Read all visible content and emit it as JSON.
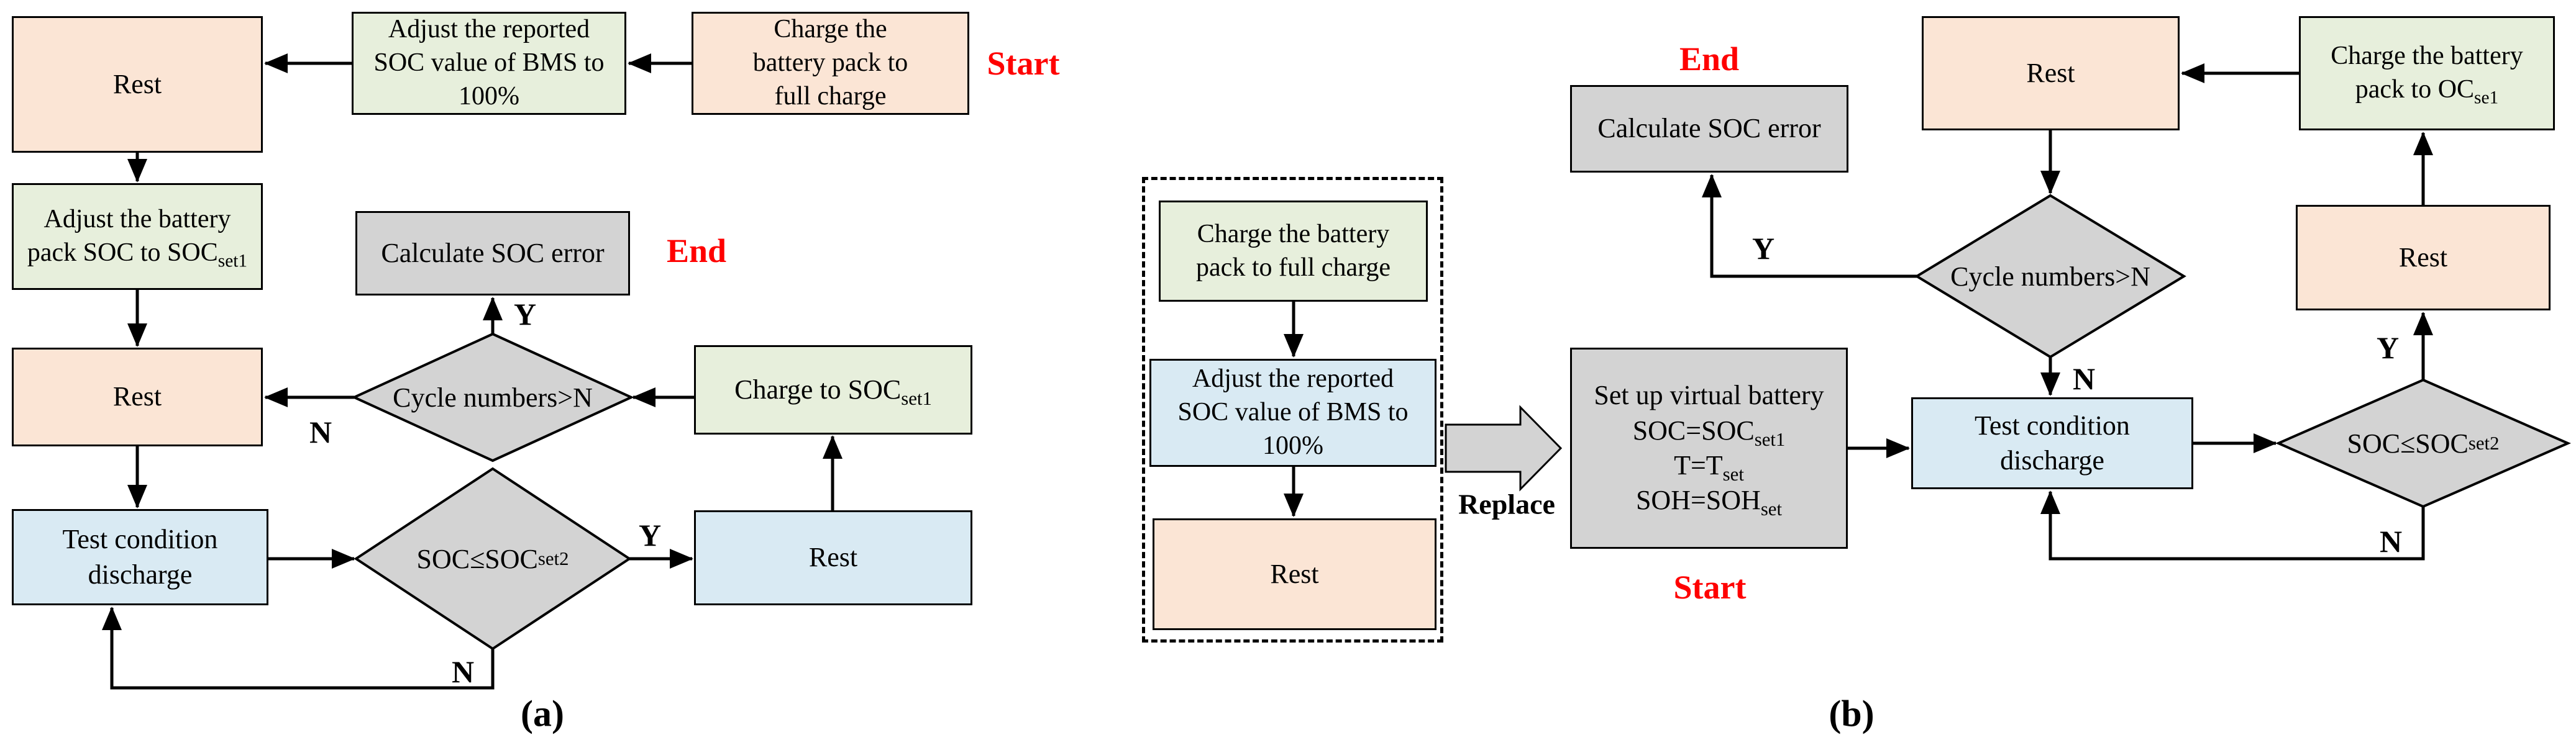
{
  "figure": {
    "caption_a": "(a)",
    "caption_b": "(b)"
  },
  "colors": {
    "box_peach": "#fbe5d5",
    "box_green": "#e7efdc",
    "box_blue": "#d9eaf3",
    "box_gray": "#d3d3d3",
    "accent_red": "#ff0000",
    "line_black": "#000000"
  },
  "labels": {
    "start": "Start",
    "end": "End",
    "replace": "Replace",
    "yes": "Y",
    "no": "N"
  },
  "flowchart_a": {
    "rest1": "Rest",
    "adjust_reported": [
      "Adjust the reported",
      "SOC value of BMS to",
      "100%"
    ],
    "charge_full": [
      "Charge the",
      "battery pack to",
      "full charge"
    ],
    "adjust_battery": {
      "line1": "Adjust the battery",
      "line2_base": "pack SOC to SOC",
      "line2_sub": "set1"
    },
    "calc_error": "Calculate SOC error",
    "rest2": "Rest",
    "cycle_diamond": "Cycle numbers>N",
    "charge_to": {
      "base": "Charge to SOC",
      "sub": "set1"
    },
    "test_discharge": [
      "Test condition",
      "discharge"
    ],
    "soc_diamond": {
      "base": "SOC≤SOC",
      "sub": "set2"
    },
    "rest3": "Rest"
  },
  "flowchart_b": {
    "dashed_charge_full": [
      "Charge the battery",
      "pack to full charge"
    ],
    "dashed_adjust_reported": [
      "Adjust the reported",
      "SOC value of BMS to",
      "100%"
    ],
    "dashed_rest": "Rest",
    "setup": {
      "line1": "Set up virtual battery",
      "line2_base": "SOC=SOC",
      "line2_sub": "set1",
      "line3_base": "T=T",
      "line3_sub": "set",
      "line4_base": "SOH=SOH",
      "line4_sub": "set"
    },
    "calc_error": "Calculate SOC error",
    "rest_top": "Rest",
    "charge_oc": {
      "line1": "Charge the battery",
      "line2_base": "pack to OC",
      "line2_sub": "se1"
    },
    "cycle_diamond": "Cycle numbers>N",
    "test_discharge": [
      "Test condition",
      "discharge"
    ],
    "soc_diamond": {
      "base": "SOC≤SOC",
      "sub": "set2"
    },
    "rest_right": "Rest"
  }
}
